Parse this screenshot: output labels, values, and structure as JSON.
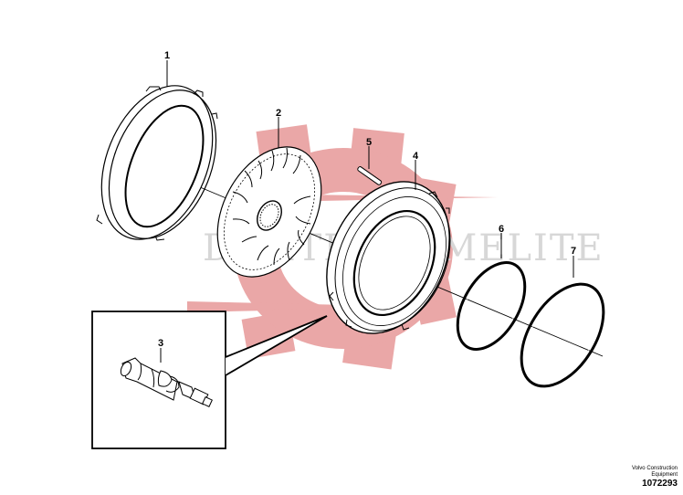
{
  "figure": {
    "callouts": [
      "1",
      "2",
      "3",
      "4",
      "5",
      "6",
      "7"
    ],
    "watermark": {
      "text": "DIGITEPROMELITE",
      "gear_color": "#e9a3a3",
      "text_color": "#d7d7d7"
    },
    "footer": {
      "org_line1": "Volvo Construction",
      "org_line2": "Equipment",
      "doc_number": "1072293"
    },
    "line_color": "#000000"
  }
}
